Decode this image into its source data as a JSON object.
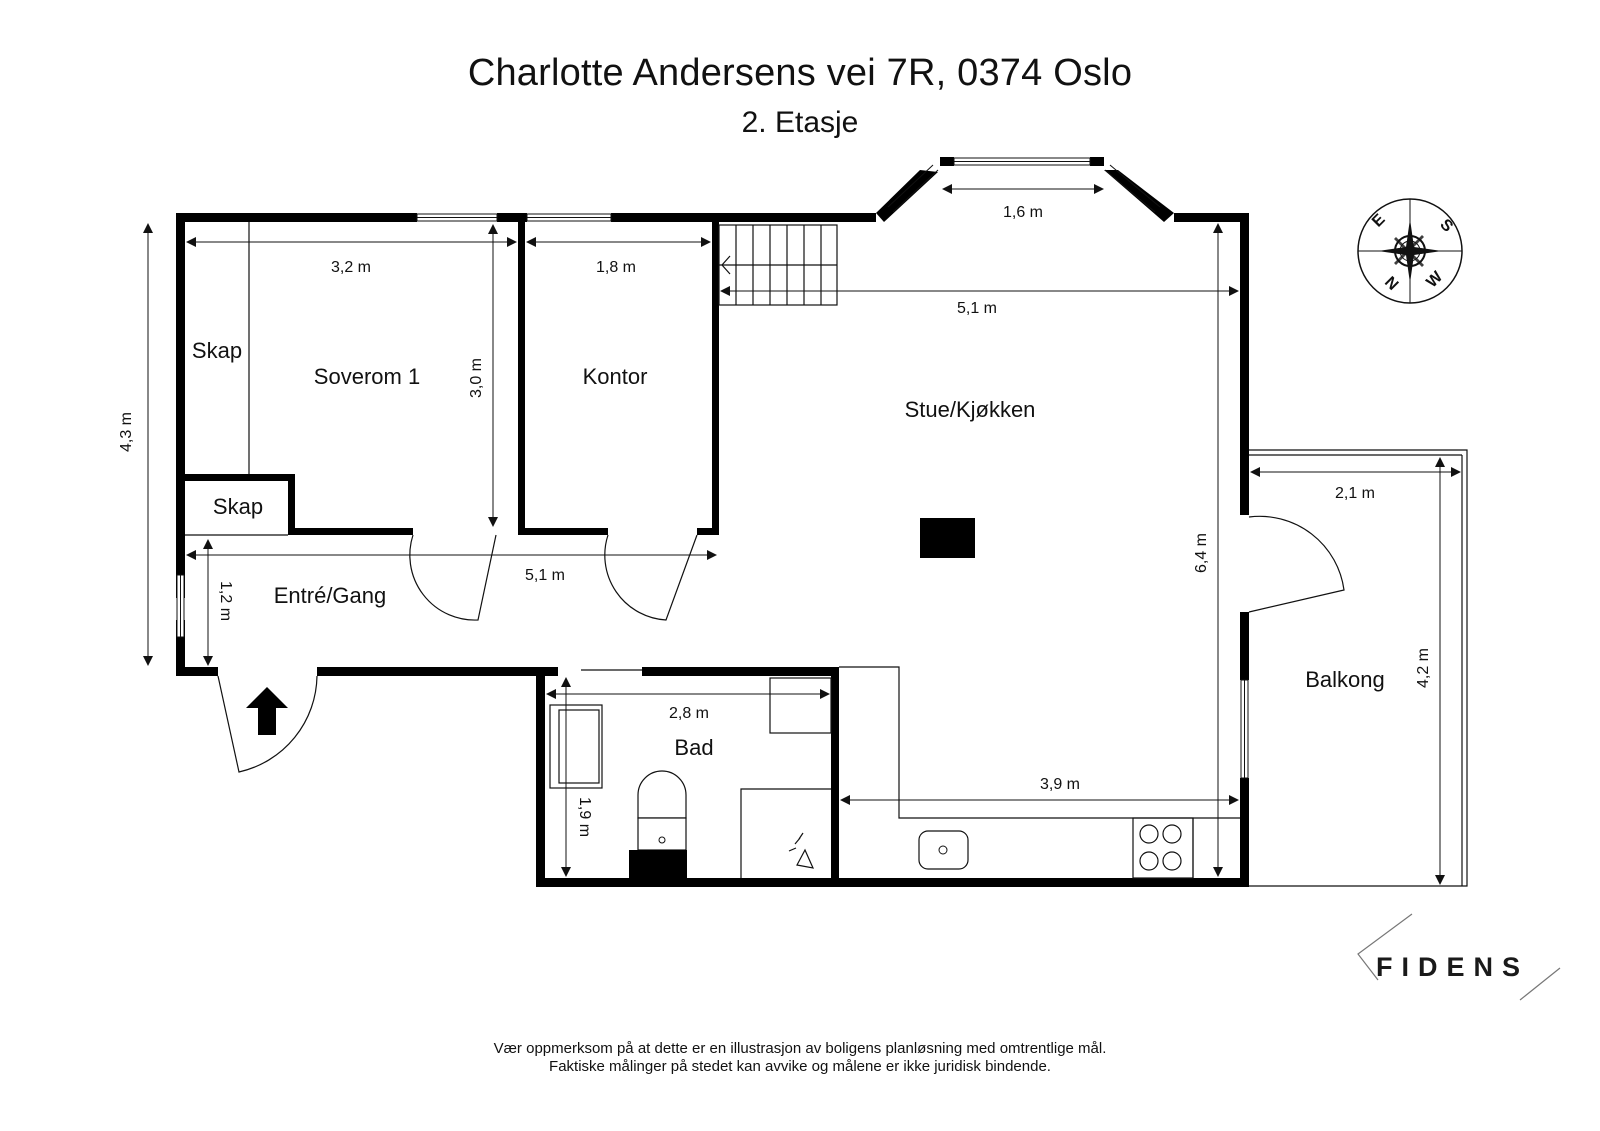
{
  "header": {
    "address": "Charlotte Andersens vei 7R, 0374 Oslo",
    "floor": "2. Etasje"
  },
  "rooms": [
    {
      "name": "Soverom 1"
    },
    {
      "name": "Kontor"
    },
    {
      "name": "Stue/Kjøkken"
    },
    {
      "name": "Skap"
    },
    {
      "name": "Skap"
    },
    {
      "name": "Entré/Gang"
    },
    {
      "name": "Bad"
    },
    {
      "name": "Balkong"
    }
  ],
  "dimensions": {
    "soverom_width": "3,2 m",
    "soverom_depth": "3,0 m",
    "kontor_width": "1,8 m",
    "bay_window": "1,6 m",
    "stue_width": "5,1 m",
    "stue_depth": "6,4 m",
    "kitchen_width": "3,9 m",
    "left_total": "4,3 m",
    "gang_width": "5,1 m",
    "gang_depth": "1,2 m",
    "bad_width": "2,8 m",
    "bad_depth": "1,9 m",
    "balkong_width": "2,1 m",
    "balkong_depth": "4,2 m"
  },
  "compass": {
    "letters": [
      "E",
      "S",
      "N",
      "W"
    ]
  },
  "brand": {
    "name": "FIDENS"
  },
  "footer": {
    "line1": "Vær oppmerksom på at dette er en illustrasjon av boligens planløsning med omtrentlige mål.",
    "line2": "Faktiske målinger på stedet kan avvike og målene er ikke juridisk bindende."
  }
}
